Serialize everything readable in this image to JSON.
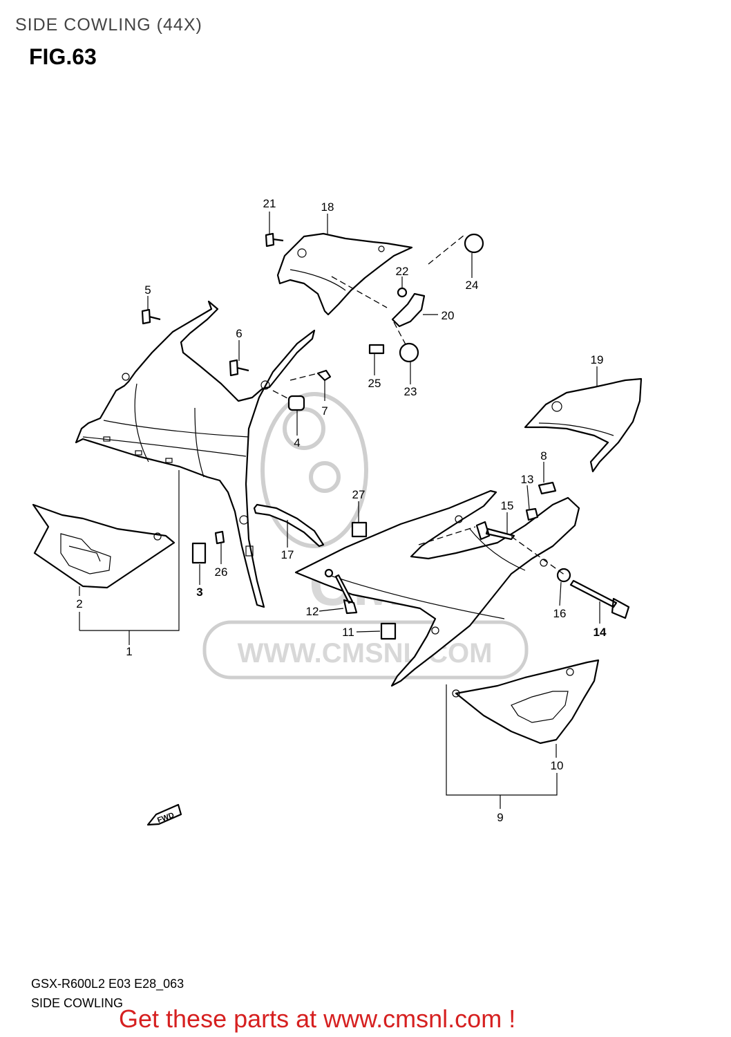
{
  "header": {
    "title": "SIDE COWLING (44X)",
    "figure": "FIG.63"
  },
  "watermark": {
    "brand": "CMS",
    "url": "WWW.CMSNL.COM"
  },
  "fwd_label": "FWD",
  "callouts": {
    "c1": "1",
    "c2": "2",
    "c3": "3",
    "c4": "4",
    "c5": "5",
    "c6": "6",
    "c7": "7",
    "c8": "8",
    "c9": "9",
    "c10": "10",
    "c11": "11",
    "c12": "12",
    "c13": "13",
    "c14": "14",
    "c15": "15",
    "c16": "16",
    "c17": "17",
    "c18": "18",
    "c19": "19",
    "c20": "20",
    "c21": "21",
    "c22": "22",
    "c23": "23",
    "c24": "24",
    "c25": "25",
    "c26": "26",
    "c27": "27"
  },
  "footer": {
    "model_code": "GSX-R600L2 E03 E28_063",
    "section_name": "SIDE COWLING",
    "promo": "Get these parts at www.cmsnl.com !"
  }
}
